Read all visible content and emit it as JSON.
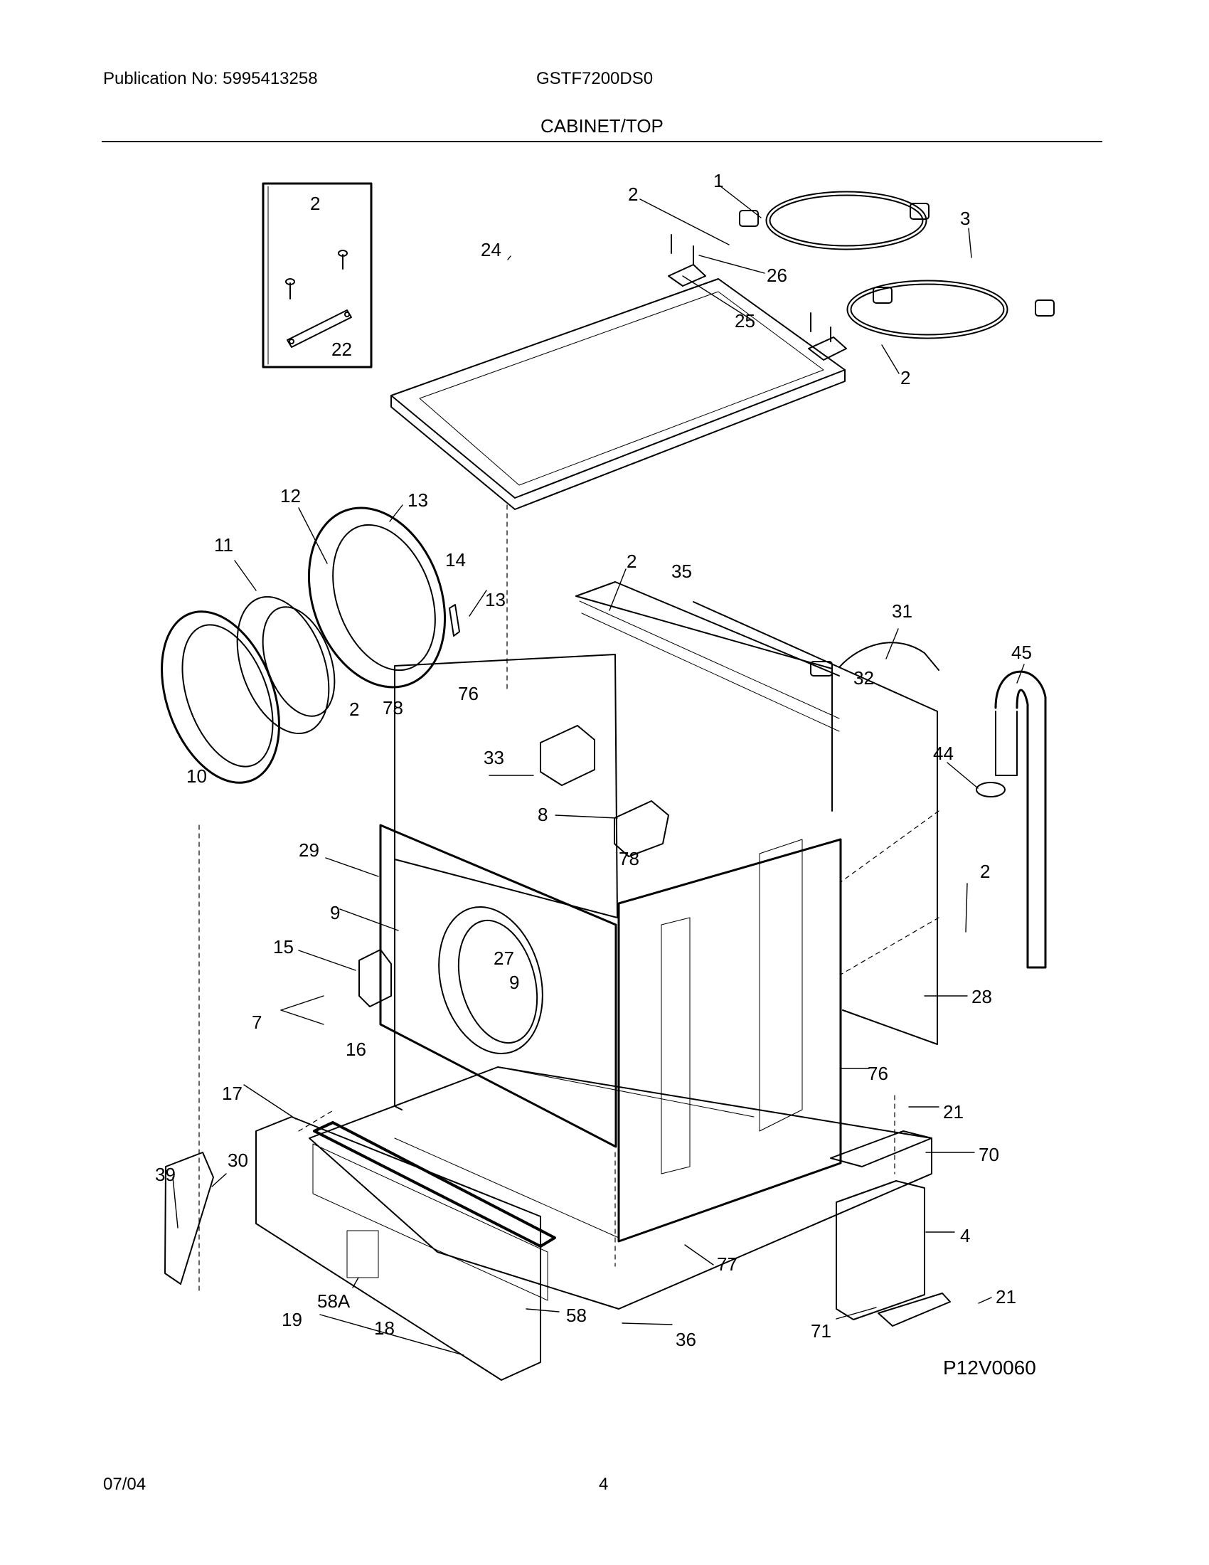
{
  "header": {
    "publication": "Publication No: 5995413258",
    "model": "GSTF7200DS0",
    "section_title": "CABINET/TOP"
  },
  "footer": {
    "date": "07/04",
    "page": "4"
  },
  "diagram": {
    "figure_id": "P12V0060",
    "callouts": [
      "1",
      "2",
      "3",
      "24",
      "26",
      "25",
      "2",
      "2",
      "22",
      "12",
      "13",
      "11",
      "14",
      "13",
      "2",
      "35",
      "31",
      "45",
      "32",
      "76",
      "2",
      "78",
      "10",
      "33",
      "44",
      "8",
      "78",
      "29",
      "2",
      "9",
      "27",
      "15",
      "9",
      "7",
      "16",
      "28",
      "76",
      "17",
      "21",
      "70",
      "39",
      "30",
      "4",
      "58A",
      "58",
      "77",
      "21",
      "19",
      "18",
      "36",
      "71"
    ]
  }
}
